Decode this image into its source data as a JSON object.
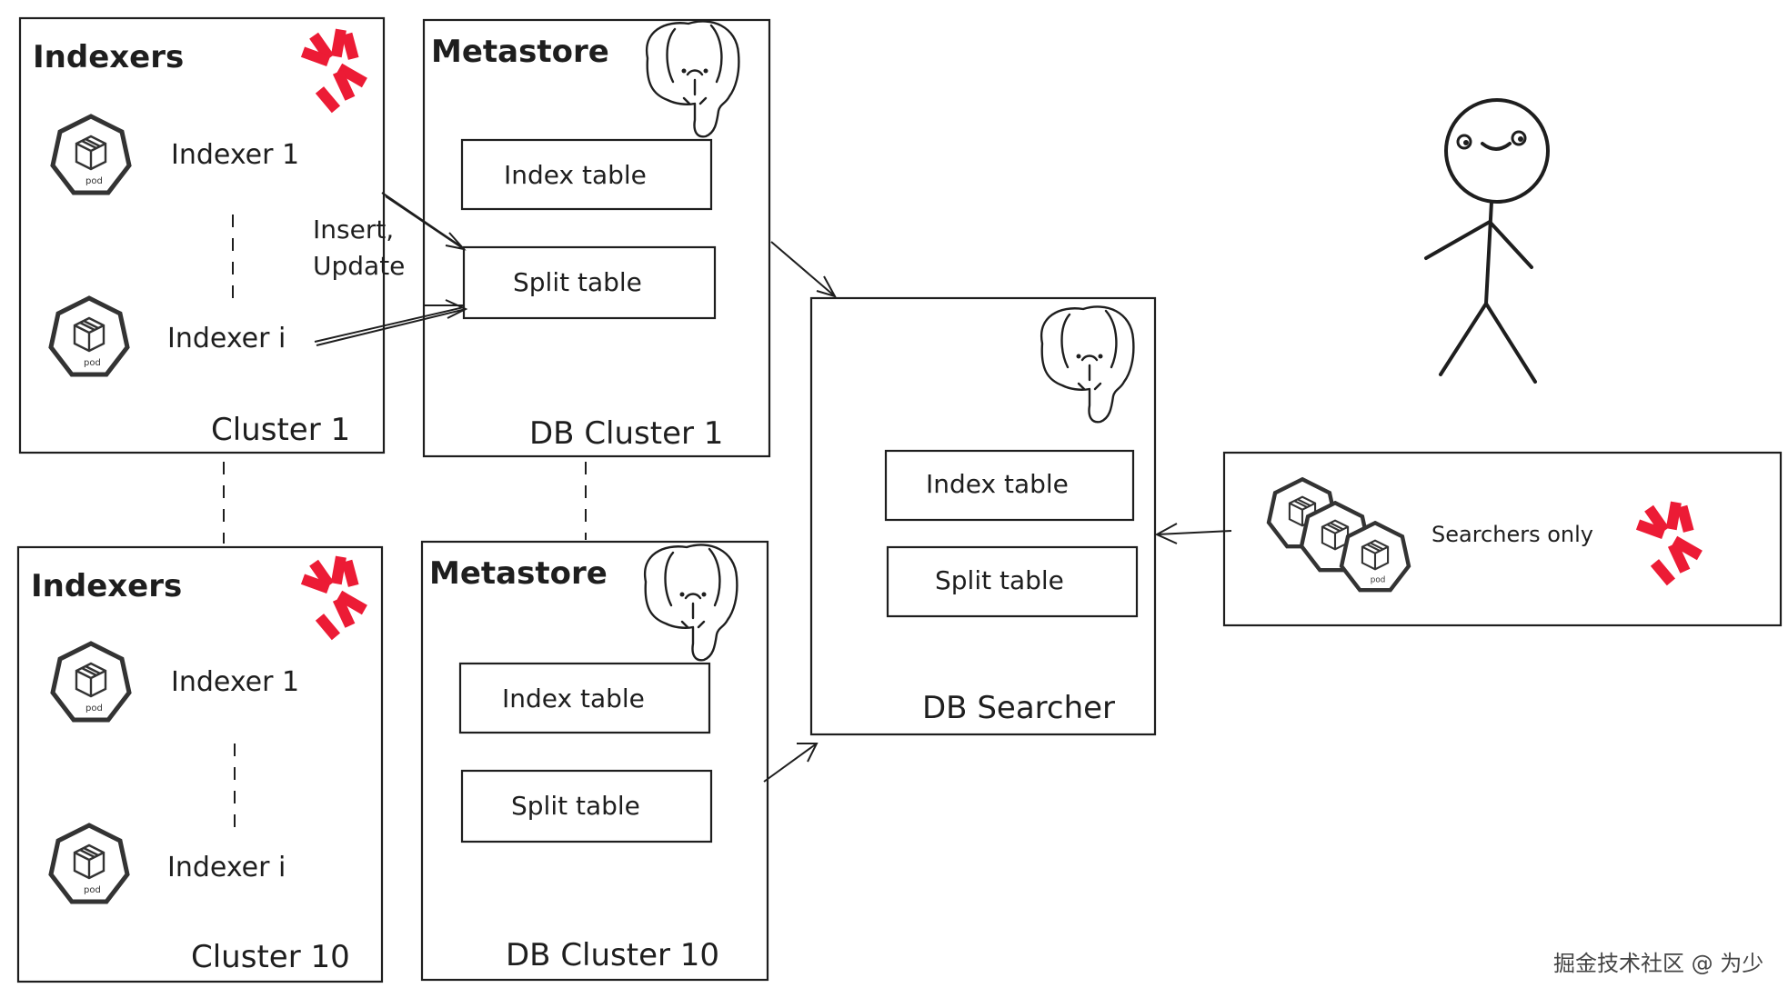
{
  "indexers_cluster_1": {
    "title": "Indexers",
    "indexer_a": "Indexer 1",
    "indexer_b": "Indexer i",
    "cluster_label": "Cluster 1",
    "pod_label": "pod"
  },
  "indexers_cluster_10": {
    "title": "Indexers",
    "indexer_a": "Indexer 1",
    "indexer_b": "Indexer i",
    "cluster_label": "Cluster 10",
    "pod_label": "pod"
  },
  "db_cluster_1": {
    "title": "Metastore",
    "index_table": "Index table",
    "split_table": "Split table",
    "label": "DB Cluster 1"
  },
  "db_cluster_10": {
    "title": "Metastore",
    "index_table": "Index table",
    "split_table": "Split table",
    "label": "DB Cluster 10"
  },
  "arrow_label": {
    "line1": "Insert,",
    "line2": "Update"
  },
  "db_searcher": {
    "index_table": "Index table",
    "split_table": "Split table",
    "label": "DB Searcher"
  },
  "searchers": {
    "label": "Searchers only",
    "pod_label": "pod"
  },
  "watermark": "掘金技术社区 @ 为少",
  "colors": {
    "stroke": "#1e1e1e",
    "logo_red": "#ec1b35",
    "pod_gray": "#333333"
  },
  "icons": [
    "quickwit-logo-icon",
    "pod-icon",
    "postgres-elephant-icon",
    "stick-figure-icon"
  ]
}
